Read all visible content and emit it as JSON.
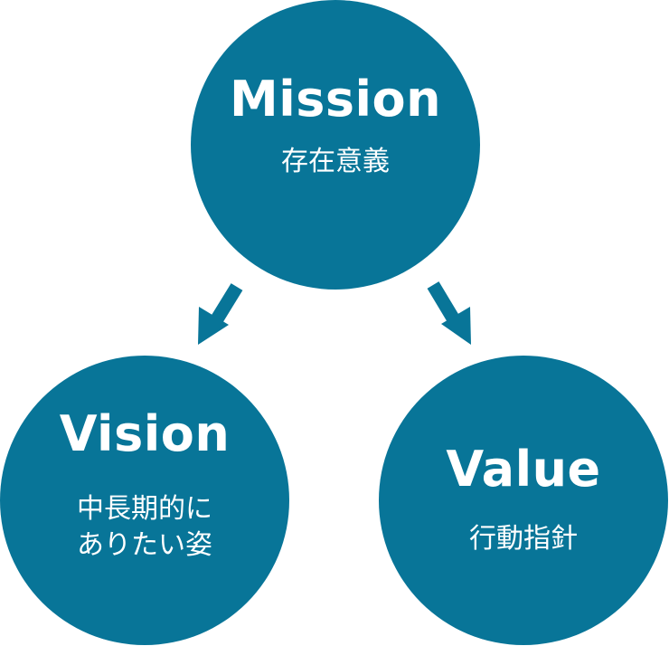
{
  "colors": {
    "circle_fill": "#087598",
    "arrow_fill": "#087598",
    "text": "#ffffff"
  },
  "mission": {
    "title": "Mission",
    "subtitle": "存在意義"
  },
  "vision": {
    "title": "Vision",
    "subtitle_line1": "中長期的に",
    "subtitle_line2": "ありたい姿"
  },
  "value": {
    "title": "Value",
    "subtitle": "行動指針"
  }
}
